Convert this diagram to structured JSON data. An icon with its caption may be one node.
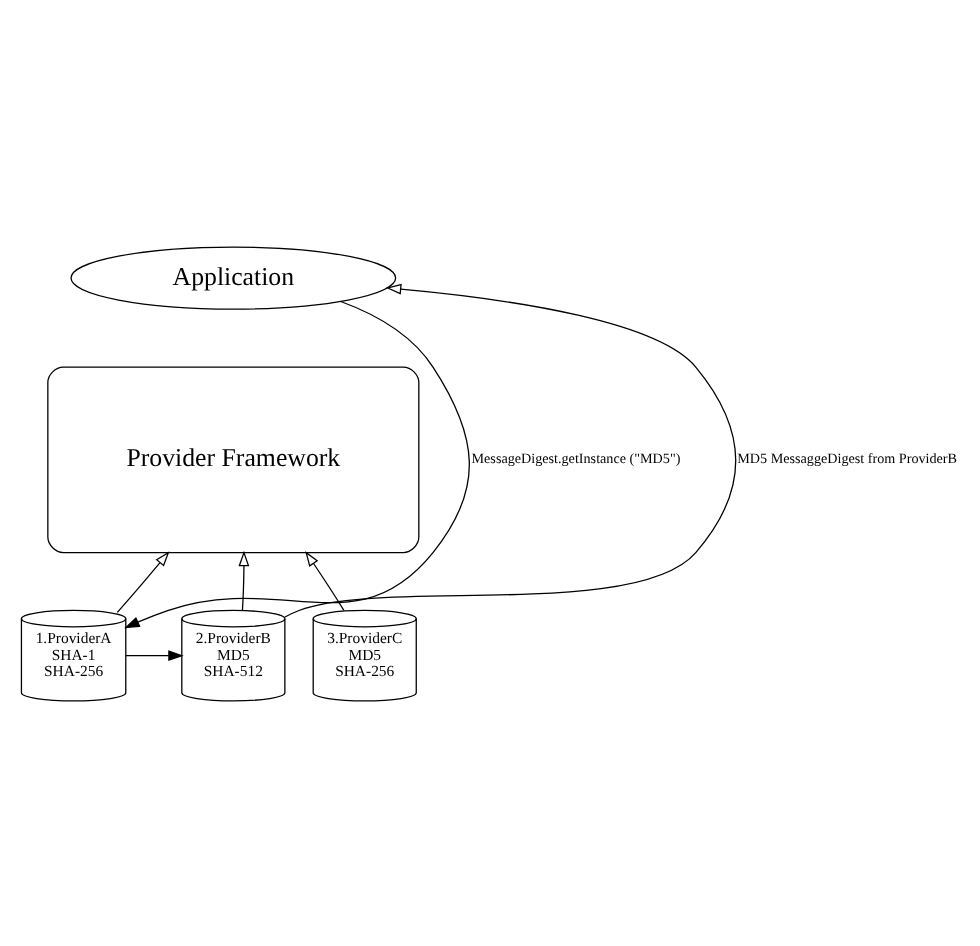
{
  "diagram": {
    "nodes": [
      {
        "text": [
          "Application"
        ]
      },
      {
        "text": [
          "Provider Framework"
        ]
      },
      {
        "text": [
          "1.ProviderA",
          "SHA-1",
          "SHA-256"
        ]
      },
      {
        "text": [
          "2.ProviderB",
          "MD5",
          "SHA-512"
        ]
      },
      {
        "text": [
          "3.ProviderC",
          "MD5",
          "SHA-256"
        ]
      }
    ],
    "edges": [
      {
        "from": 0,
        "to": 2,
        "arrow": "to",
        "label": "MessageDigest.getInstance (\"MD5\")"
      },
      {
        "from": 2,
        "to": 3,
        "arrow": "to"
      },
      {
        "from": 3,
        "to": 0,
        "arrow": "to",
        "label": "MD5 MessaggeDigest from ProviderB"
      },
      {
        "from": 2,
        "to": 1,
        "arrow": "to"
      },
      {
        "from": 3,
        "to": 1,
        "arrow": "to"
      },
      {
        "from": 4,
        "to": 1,
        "arrow": "to"
      }
    ]
  }
}
